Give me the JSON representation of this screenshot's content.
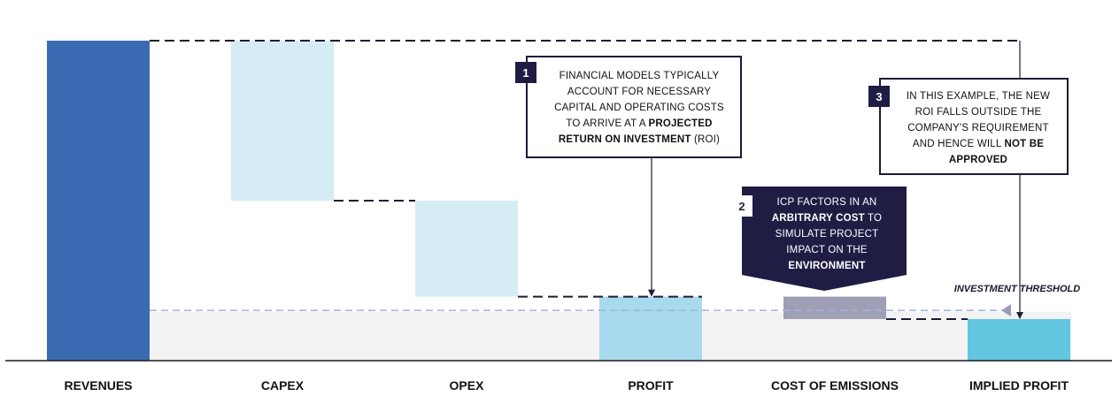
{
  "chart_data": {
    "type": "waterfall",
    "title": "",
    "xlabel": "",
    "ylabel": "",
    "ylim": [
      0,
      100
    ],
    "categories": [
      "REVENUES",
      "CAPEX",
      "OPEX",
      "PROFIT",
      "COST OF EMISSIONS",
      "IMPLIED PROFIT"
    ],
    "bars": [
      {
        "category": "REVENUES",
        "start": 0,
        "end": 100,
        "color": "#3a6bb2"
      },
      {
        "category": "CAPEX",
        "start": 100,
        "end": 50,
        "color": "#d5ecf5"
      },
      {
        "category": "OPEX",
        "start": 50,
        "end": 20,
        "color": "#d5ecf5"
      },
      {
        "category": "PROFIT",
        "start": 0,
        "end": 20,
        "color": "#a8d9ec"
      },
      {
        "category": "COST OF EMISSIONS",
        "start": 20,
        "end": 13,
        "color": "#a09fb5"
      },
      {
        "category": "IMPLIED PROFIT",
        "start": 0,
        "end": 13,
        "color": "#62c6e0"
      }
    ],
    "threshold": {
      "label": "INVESTMENT THRESHOLD",
      "value": 15.7,
      "color": "#9fb4e0"
    },
    "shaded_band": {
      "value": 15.3,
      "color": "#f3f3f4"
    }
  },
  "callouts": [
    {
      "number": "1",
      "parts": [
        {
          "text": "FINANCIAL MODELS TYPICALLY ACCOUNT FOR NECESSARY CAPITAL AND OPERATING COSTS TO ARRIVE AT A ",
          "bold": false
        },
        {
          "text": "PROJECTED RETURN ON INVESTMENT",
          "bold": true
        },
        {
          "text": " (ROI)",
          "bold": false
        }
      ]
    },
    {
      "number": "2",
      "parts": [
        {
          "text": "ICP FACTORS IN AN ",
          "bold": false
        },
        {
          "text": "ARBITRARY COST",
          "bold": true
        },
        {
          "text": " TO SIMULATE PROJECT IMPACT ON THE ",
          "bold": false
        },
        {
          "text": "ENVIRONMENT",
          "bold": true
        }
      ]
    },
    {
      "number": "3",
      "parts": [
        {
          "text": "IN THIS EXAMPLE, THE NEW ROI FALLS OUTSIDE THE COMPANY'S REQUIREMENT AND HENCE WILL ",
          "bold": false
        },
        {
          "text": "NOT BE APPROVED",
          "bold": true
        }
      ]
    }
  ],
  "colors": {
    "navy": "#1f1d44",
    "axis": "#1a1a1a",
    "connector": "#1c1b3a"
  }
}
